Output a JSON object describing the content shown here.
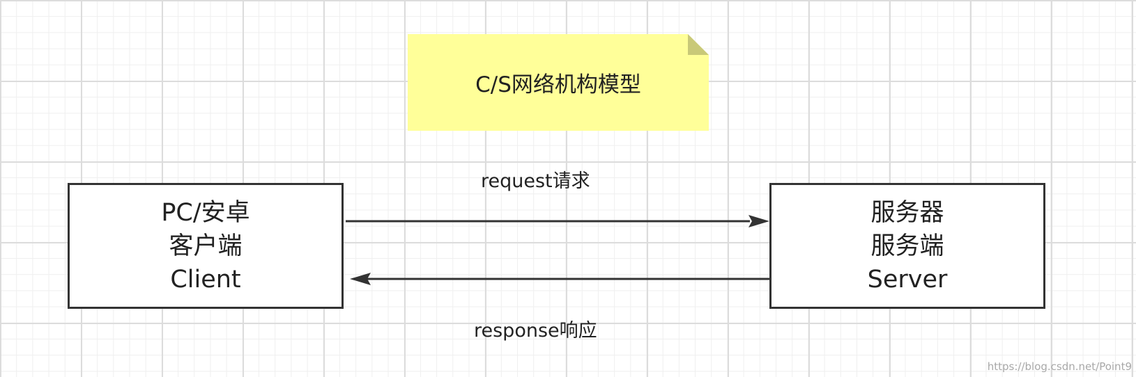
{
  "note": {
    "title": "C/S网络机构模型"
  },
  "client": {
    "lines": [
      "PC/安卓",
      "客户端",
      "Client"
    ]
  },
  "server": {
    "lines": [
      "服务器",
      "服务端",
      "Server"
    ]
  },
  "edges": {
    "request_label": "request请求",
    "response_label": "response响应"
  },
  "watermark": "https://blog.csdn.net/Point9",
  "colors": {
    "note_fill": "#ffff99",
    "box_border": "#333333",
    "arrow": "#333333"
  }
}
